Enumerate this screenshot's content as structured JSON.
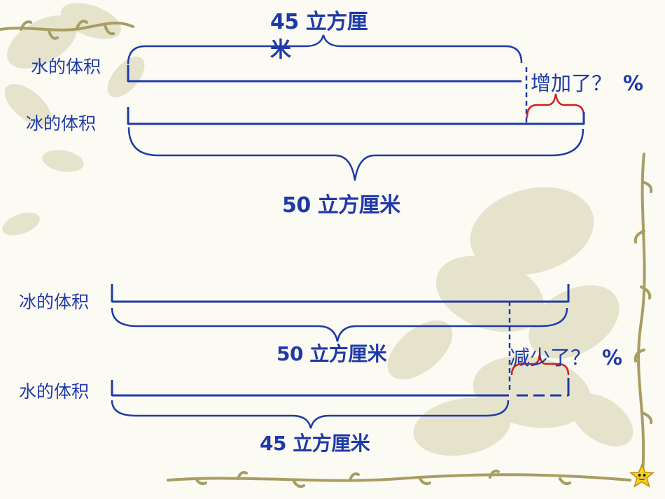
{
  "top_diagram": {
    "water_label": "水的体积",
    "ice_label": "冰的体积",
    "water_amount": "45 立方厘米",
    "ice_amount": "50 立方厘米",
    "question": "增加了？",
    "percent": "%"
  },
  "bottom_diagram": {
    "ice_label": "冰的体积",
    "water_label": "水的体积",
    "ice_amount": "50 立方厘米",
    "water_amount": "45 立方厘米",
    "question": "减少了？",
    "percent": "%"
  },
  "colors": {
    "line_blue": "#1f3aa8",
    "brace_red": "#cc2222",
    "vine": "#a89d63",
    "leaf": "#d9d6b8"
  },
  "icons": [
    "star-mascot-icon"
  ]
}
